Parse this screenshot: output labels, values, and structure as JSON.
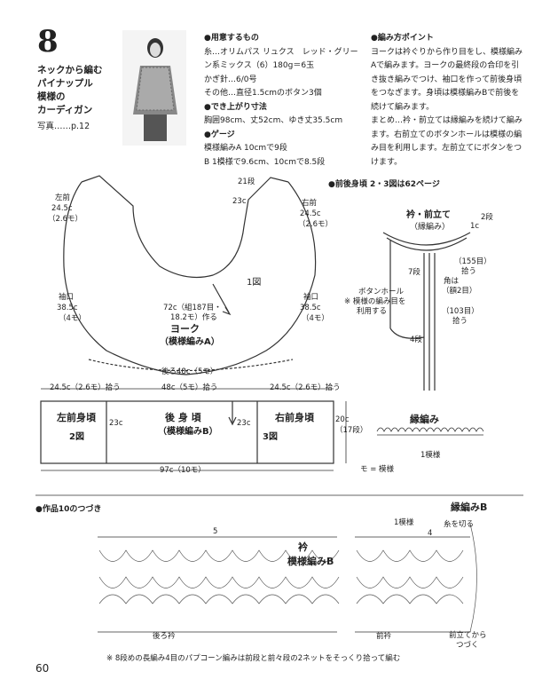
{
  "pattern": {
    "number": "8",
    "title": "ネックから編む\nパイナップル\n模様の\nカーディガン",
    "photo_ref": "写真……p.12"
  },
  "materials": {
    "heading": "●用意するもの",
    "lines": [
      "糸…オリムパス リュクス　レッド・グリー",
      "ン系ミックス（6）180g＝6玉",
      "かぎ針…6/0号",
      "その他…直径1.5cmのボタン3個"
    ],
    "size_heading": "●でき上がり寸法",
    "size_line": "胸囲98cm、丈52cm、ゆき丈35.5cm",
    "gauge_heading": "●ゲージ",
    "gauge_lines": [
      "模様編みA 10cmで9段",
      "B 1模様で9.6cm、10cmで8.5段"
    ]
  },
  "points": {
    "heading": "●編み方ポイント",
    "lines": [
      "ヨークは衿ぐりから作り目をし、模様編み",
      "Aで編みます。ヨークの最終段の合印を引",
      "き抜き編みでつけ、袖口を作って前後身頃",
      "をつなぎます。身頃は模様編みBで前後を",
      "続けて編みます。",
      "まとめ…衿・前立ては縁編みを続けて編み",
      "ます。右前立てのボタンホールは模様の編",
      "み目を利用します。左前立てにボタンをつ",
      "けます。"
    ]
  },
  "yoke": {
    "label_left_front": "左前",
    "lf_val": "24.5c",
    "lf_sub": "（2.6モ）",
    "label_right_front": "右前",
    "rf_val": "24.5c",
    "rf_sub": "（2.6モ）",
    "label_sleeve_l": "袖口",
    "sl_val": "38.5c",
    "sl_sub": "（4モ）",
    "label_sleeve_r": "袖口",
    "sr_val": "38.5c",
    "sr_sub": "（4モ）",
    "top_rows": "21段",
    "top_c": "23c",
    "fig": "1図",
    "neck": "72c（組187目・",
    "neck2": "18.2モ）作る",
    "name": "ヨーク",
    "sub": "（模様編みA）",
    "bottom": "後ろ48c（5モ）"
  },
  "body": {
    "dim_left": "24.5c（2.6モ）拾う",
    "dim_mid": "48c（5モ）拾う",
    "dim_right": "24.5c（2.6モ）拾う",
    "left_name": "左前身頃",
    "left_fig": "2図",
    "c_left": "23c",
    "back_name": "後 身 頃",
    "back_sub": "（模様編みB）",
    "c_right": "23c",
    "right_name": "右前身頃",
    "right_fig": "3図",
    "height": "20c",
    "height_rows": "（17段）",
    "bottom": "97c（10モ）"
  },
  "front_band": {
    "section": "●前後身頃 2・3図は62ページ",
    "name": "衿・前立て",
    "sub": "（縁編み）",
    "c1": "1c",
    "rows2": "2段",
    "p155": "（155目）",
    "p155b": "拾う",
    "corner": "角は",
    "corner2": "（額2目）",
    "bh": "ボタンホール",
    "bh2": "※ 模様の編み目を",
    "bh3": "利用する",
    "p103": "（103目）",
    "p103b": "拾う",
    "r7": "7段",
    "r4": "4段"
  },
  "edging": {
    "name": "縁編み",
    "rep": "1模様",
    "legend": "モ = 模様"
  },
  "chart": {
    "section": "●作品10のつづき",
    "edge_title": "縁編みB",
    "collar": "衿",
    "pat": "模様編みB",
    "back_neck": "後ろ衿",
    "front_neck": "前衿",
    "rep": "1模様",
    "cut": "糸を切る",
    "cont": "前立てから",
    "cont2": "つづく",
    "r5": "5",
    "r4": "4",
    "note": "※ 8段めの長編み4目のパプコーン編みは前段と前々段の2ネットをそっくり拾って編む"
  },
  "page_number": "60"
}
